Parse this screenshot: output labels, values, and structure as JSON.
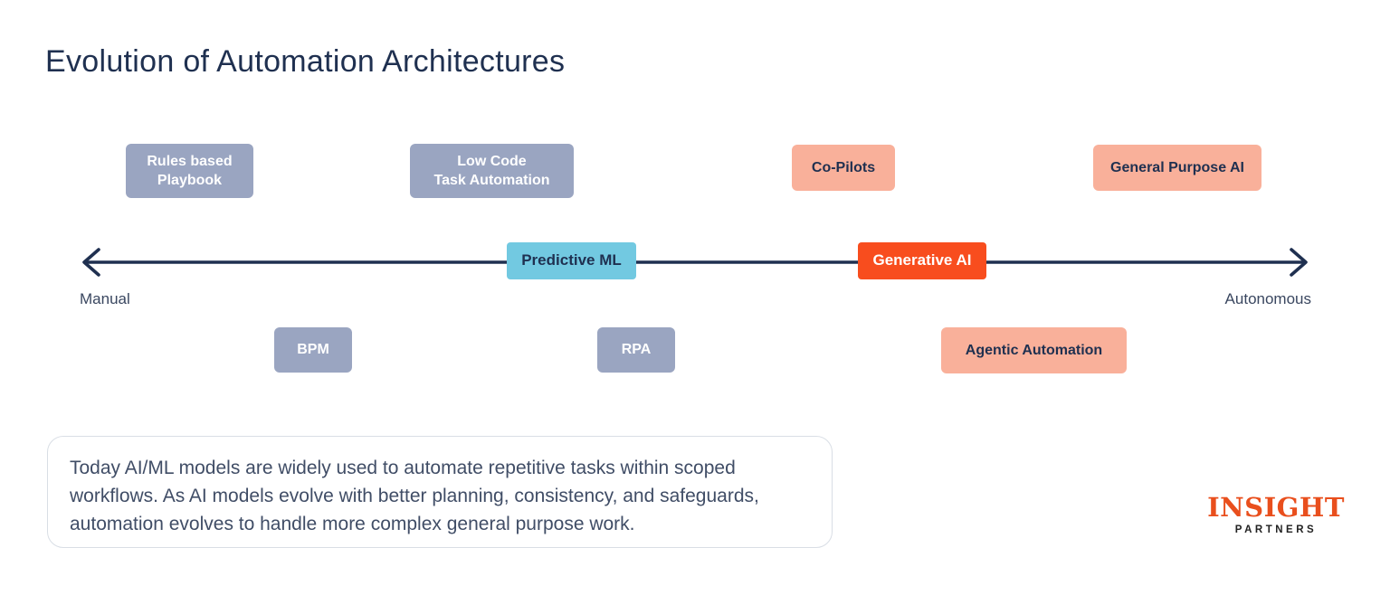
{
  "title": "Evolution of Automation Architectures",
  "top_row": [
    {
      "label": "Rules based\nPlaybook",
      "style": "gray"
    },
    {
      "label": "Low Code\nTask Automation",
      "style": "gray"
    },
    {
      "label": "Co-Pilots",
      "style": "salmon"
    },
    {
      "label": "General Purpose AI",
      "style": "salmon"
    }
  ],
  "axis": {
    "left_label": "Manual",
    "right_label": "Autonomous",
    "line_markers": [
      {
        "label": "Predictive ML",
        "style": "cyan"
      },
      {
        "label": "Generative AI",
        "style": "orange"
      }
    ]
  },
  "bottom_row": [
    {
      "label": "BPM",
      "style": "gray"
    },
    {
      "label": "RPA",
      "style": "gray"
    },
    {
      "label": "Agentic Automation",
      "style": "salmon"
    }
  ],
  "note": "Today AI/ML models are widely used to automate repetitive tasks within scoped\nworkflows. As AI models evolve with better planning, consistency, and safeguards,\nautomation evolves to handle more complex general purpose work.",
  "logo": {
    "primary": "INSIGHT",
    "secondary": "PARTNERS"
  },
  "colors": {
    "navy": "#1F3050",
    "gray_blue": "#9AA5C1",
    "salmon": "#F9B09A",
    "cyan": "#72C9E1",
    "orange": "#F84D1E",
    "logo_orange": "#E94F1D"
  }
}
